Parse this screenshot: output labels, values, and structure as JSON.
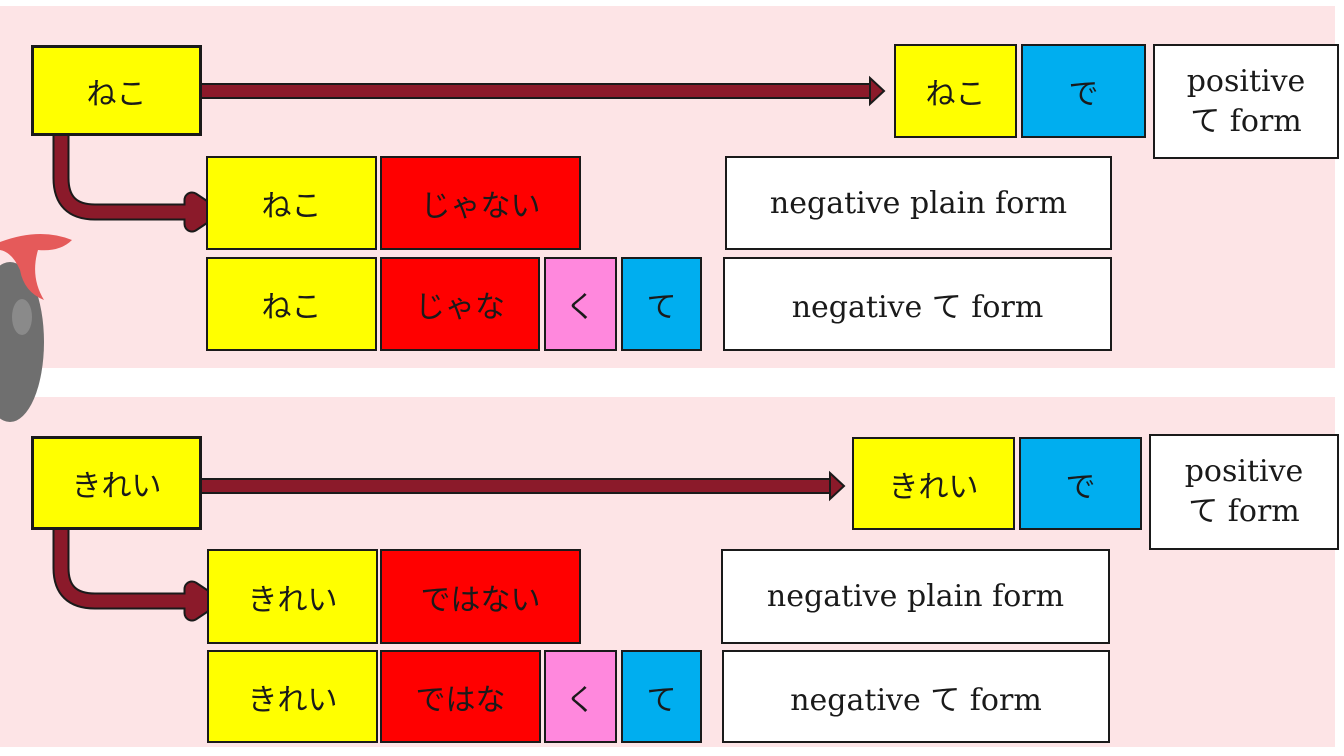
{
  "colors": {
    "panel": "#fde4e6",
    "stem": "#ffff00",
    "negative_suffix": "#ff0000",
    "ku": "#ff88dd",
    "te": "#00aeef",
    "label": "#ffffff",
    "arrow": "#8b1a2a"
  },
  "sections": [
    {
      "root": "ねこ",
      "positive": {
        "stem": "ねこ",
        "te": "で",
        "label_line1": "positive",
        "label_line2": "て form"
      },
      "negative_plain": {
        "stem": "ねこ",
        "suffix": "じゃない",
        "label": "negative plain form"
      },
      "negative_te": {
        "stem": "ねこ",
        "suffix": "じゃな",
        "ku": "く",
        "te": "て",
        "label": "negative て form"
      }
    },
    {
      "root": "きれい",
      "positive": {
        "stem": "きれい",
        "te": "で",
        "label_line1": "positive",
        "label_line2": "て form"
      },
      "negative_plain": {
        "stem": "きれい",
        "suffix": "ではない",
        "label": "negative plain form"
      },
      "negative_te": {
        "stem": "きれい",
        "suffix": "ではな",
        "ku": "く",
        "te": "て",
        "label": "negative て form"
      }
    }
  ]
}
